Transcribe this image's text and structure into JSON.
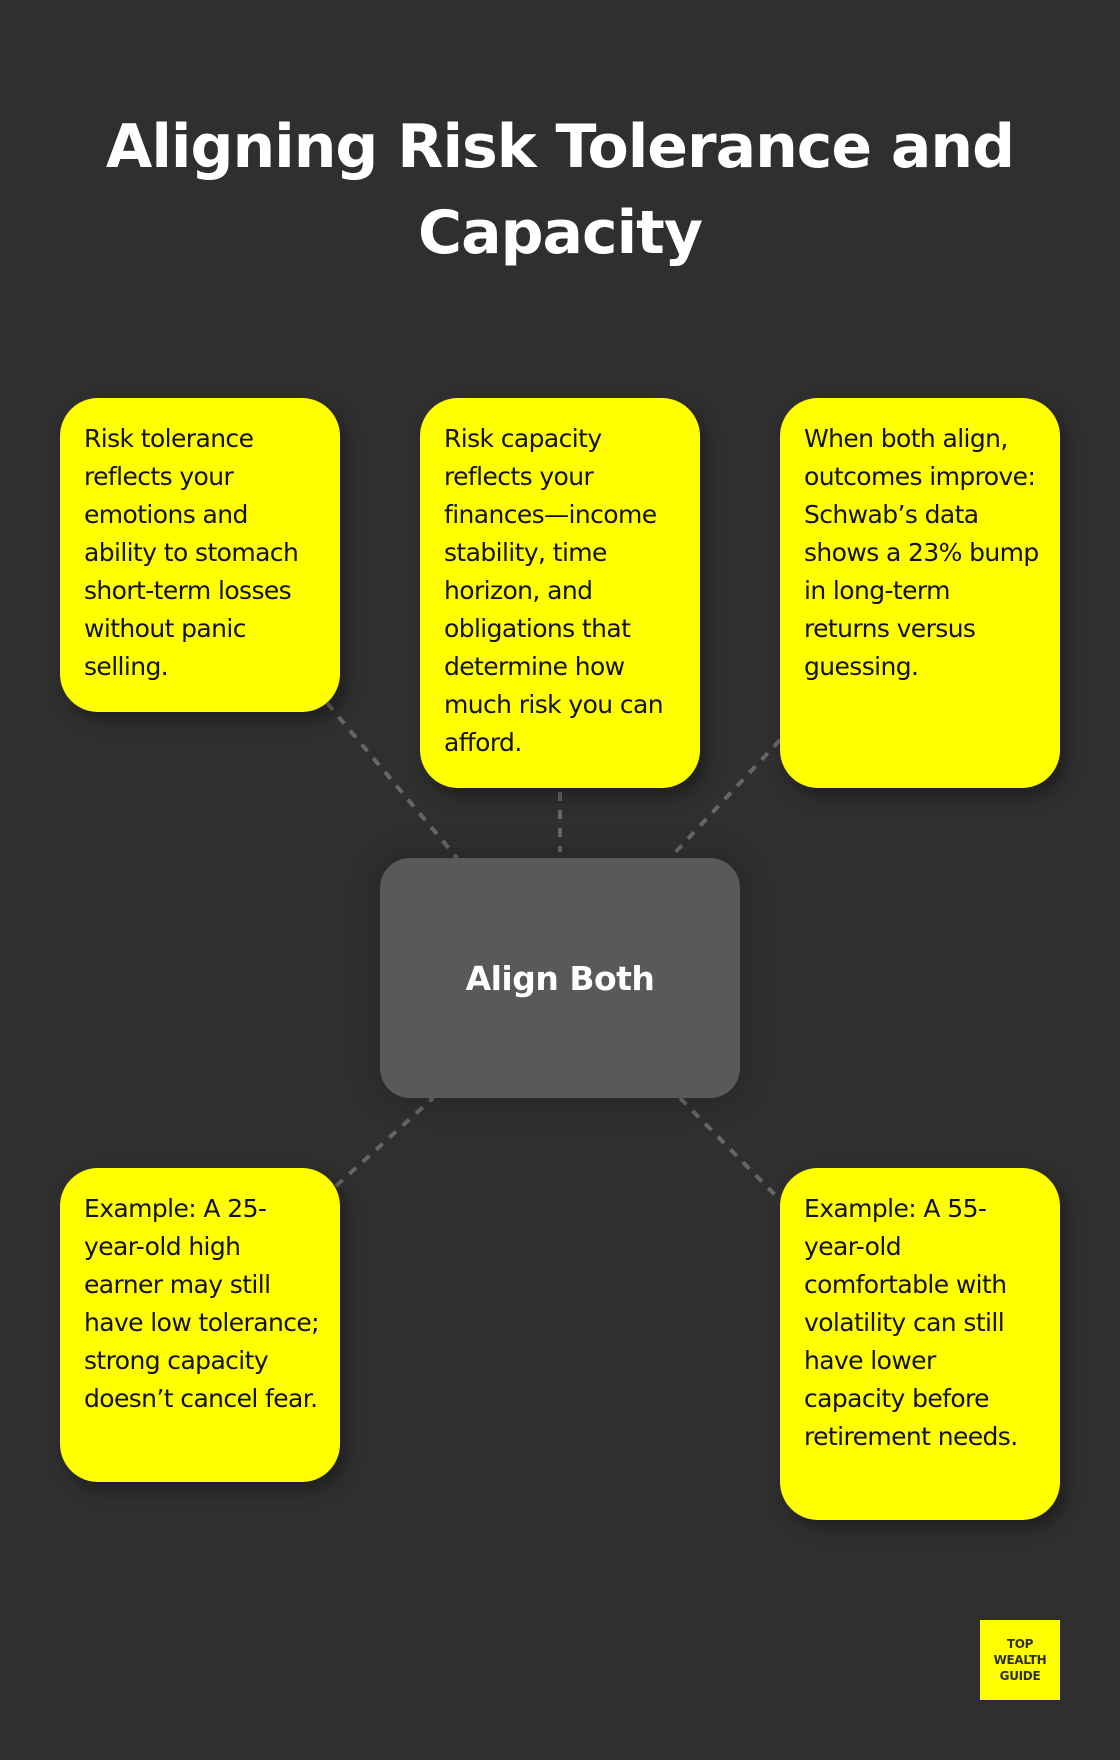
{
  "title": "Aligning Risk Tolerance and Capacity",
  "hub": {
    "label": "Align Both"
  },
  "cards": [
    {
      "text": "Risk tolerance reflects your emotions and ability to stomach short-term losses without panic selling."
    },
    {
      "text": "Risk capacity reflects your finances—income stability, time horizon, and obligations that determine how much risk you can afford."
    },
    {
      "text": "When both align, outcomes improve: Schwab’s data shows a 23% bump in long-term returns versus guessing."
    },
    {
      "text": "Example: A 25-year-old high earner may still have low tolerance; strong capacity doesn’t cancel fear."
    },
    {
      "text": "Example: A 55-year-old comfortable with volatility can still have lower capacity before retirement needs."
    }
  ],
  "logo": {
    "line1": "TOP",
    "line2": "WEALTH",
    "line3": "GUIDE"
  },
  "colors": {
    "background": "#2f2f2f",
    "card": "#ffff00",
    "hub": "#595959",
    "connector": "#666666",
    "title": "#ffffff"
  }
}
